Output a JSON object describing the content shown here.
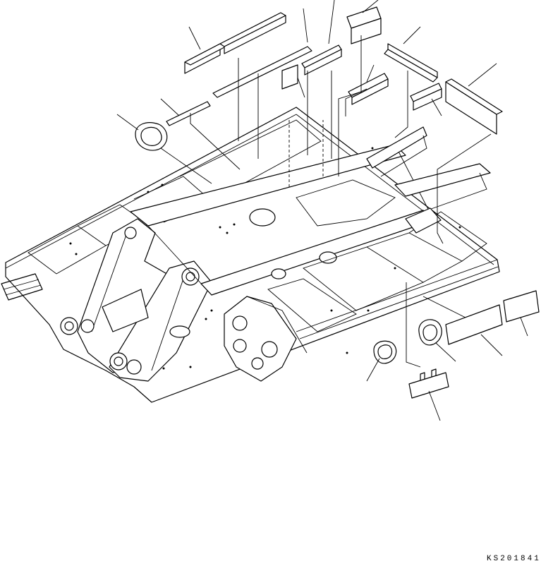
{
  "drawing_id": "KS201841",
  "callouts": [
    {
      "name": "callout-wide-pad-top-left"
    },
    {
      "name": "callout-long-strip-upper"
    },
    {
      "name": "callout-pad-upper-mid"
    },
    {
      "name": "callout-pad-top-center"
    },
    {
      "name": "callout-square-pad"
    },
    {
      "name": "callout-pad-mid"
    },
    {
      "name": "callout-long-strip-right"
    },
    {
      "name": "callout-pad-right"
    },
    {
      "name": "callout-long-pad-far-right"
    },
    {
      "name": "callout-strip-left"
    },
    {
      "name": "callout-grommet-left"
    },
    {
      "name": "callout-pad-lower-right"
    },
    {
      "name": "callout-long-pad-lower-right"
    },
    {
      "name": "callout-grommet-right"
    },
    {
      "name": "callout-grommet-lower"
    },
    {
      "name": "callout-slotted-plate"
    }
  ]
}
